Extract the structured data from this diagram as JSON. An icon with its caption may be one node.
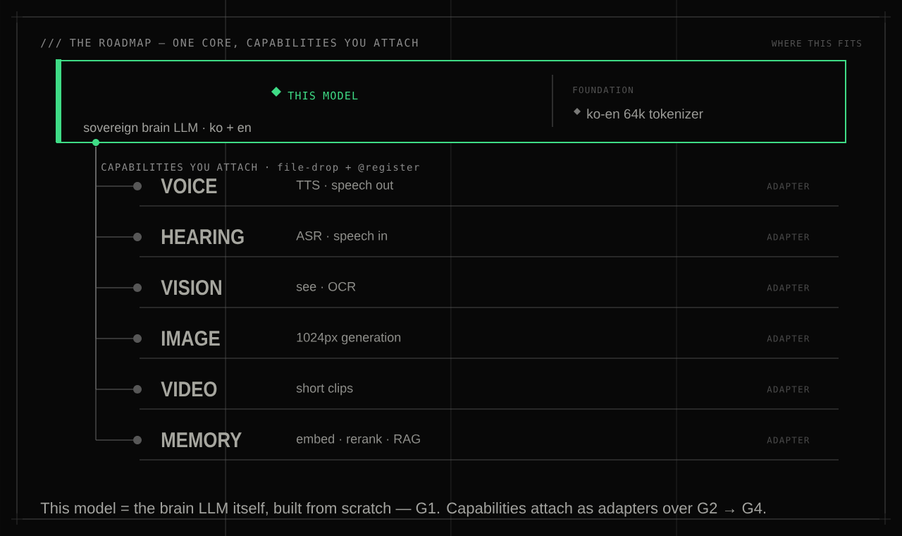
{
  "diagram": {
    "title": "/// THE ROADMAP — ONE CORE, CAPABILITIES YOU ATTACH",
    "caption": "This model = the brain LLM itself, built from scratch — G1. Capabilities attach as adapters over G2 → G4.",
    "nodes": [
      {
        "text": [
          "sovereign brain LLM · ko + en",
          "THIS MODEL",
          "FOUNDATION",
          "ko-en 64k tokenizer"
        ]
      },
      {
        "text": [
          "VOICE",
          "TTS · speech out",
          "ADAPTER"
        ]
      },
      {
        "text": [
          "HEARING",
          "ASR · speech in",
          "ADAPTER"
        ]
      },
      {
        "text": [
          "VISION",
          "see · OCR",
          "ADAPTER"
        ]
      },
      {
        "text": [
          "IMAGE",
          "1024px generation",
          "ADAPTER"
        ]
      },
      {
        "text": [
          "VIDEO",
          "short clips",
          "ADAPTER"
        ]
      },
      {
        "text": [
          "MEMORY",
          "embed · rerank · RAG",
          "ADAPTER"
        ]
      }
    ],
    "edges": [
      {
        "from": 0,
        "to": 1,
        "arrow": "none"
      },
      {
        "from": 0,
        "to": 2,
        "arrow": "none"
      },
      {
        "from": 0,
        "to": 3,
        "arrow": "none"
      },
      {
        "from": 0,
        "to": 4,
        "arrow": "none"
      },
      {
        "from": 0,
        "to": 5,
        "arrow": "none"
      },
      {
        "from": 0,
        "to": 6,
        "arrow": "none"
      }
    ],
    "labels": [
      "WHERE THIS FITS",
      "CAPABILITIES YOU ATTACH · file-drop + @register"
    ]
  }
}
